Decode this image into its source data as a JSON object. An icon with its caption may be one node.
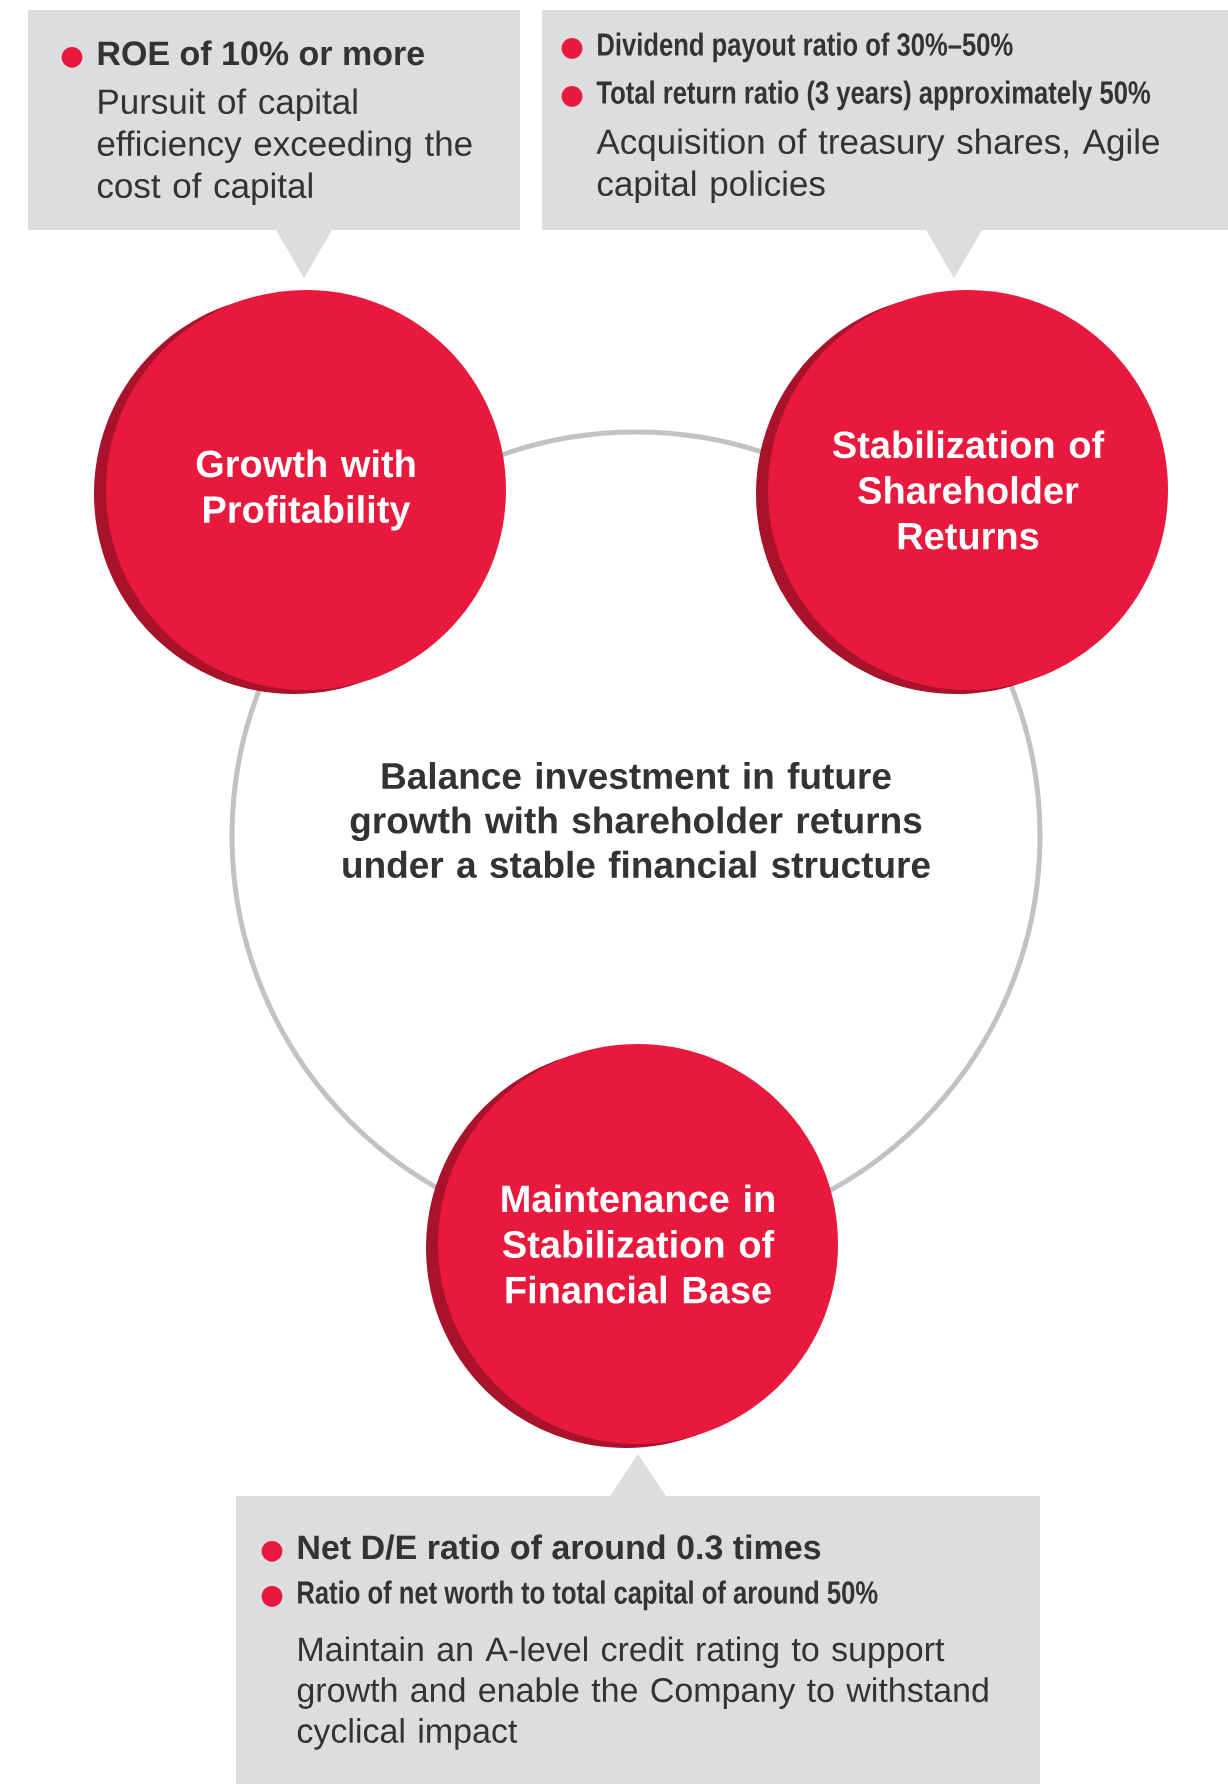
{
  "diagram": {
    "nodes": [
      {
        "text": [
          "ROE of 10% or more",
          "Pursuit of capital efficiency exceeding the cost of capital"
        ]
      },
      {
        "text": [
          "Dividend payout ratio of 30%–50%",
          "Total return ratio (3 years) approximately 50%",
          "Acquisition of treasury shares, Agile capital policies"
        ]
      },
      {
        "text": [
          "Growth with Profitability"
        ]
      },
      {
        "text": [
          "Stabilization of Shareholder Returns"
        ]
      },
      {
        "text": [
          "Balance investment in future growth with shareholder returns under a stable financial structure"
        ]
      },
      {
        "text": [
          "Maintenance in Stabilization of Financial Base"
        ]
      },
      {
        "text": [
          "Net D/E ratio of around 0.3 times",
          "Ratio of net worth to total capital of around 50%",
          "Maintain an A-level credit rating to support growth and enable the Company to withstand cyclical impact"
        ]
      }
    ]
  }
}
